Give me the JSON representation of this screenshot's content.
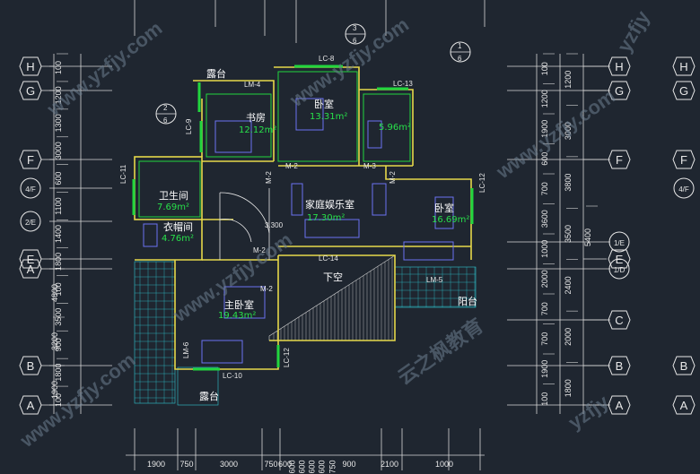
{
  "rooms": {
    "bedroom_top": {
      "name": "卧室",
      "area": "13.31m²"
    },
    "bath_right": {
      "area": "5.96m²"
    },
    "study": {
      "name": "书房",
      "area": "12.12m²"
    },
    "bathroom_left": {
      "name": "卫生间",
      "area": "7.69m²"
    },
    "closet": {
      "name": "衣帽间",
      "area": "4.76m²"
    },
    "family_room": {
      "name": "家庭娱乐室",
      "area": "17.30m²"
    },
    "bedroom_right": {
      "name": "卧室",
      "area": "16.69m²"
    },
    "master_bedroom": {
      "name": "主卧室",
      "area": "19.43m²"
    },
    "void": {
      "name": "下空"
    },
    "terrace_top": {
      "name": "露台"
    },
    "terrace_bottom": {
      "name": "露台"
    },
    "balcony": {
      "name": "阳台"
    }
  },
  "codes": {
    "lc8": "LC-8",
    "lc13": "LC-13",
    "lc9": "LC-9",
    "lc11": "LC-11",
    "lc12a": "LC-12",
    "lc14": "LC-14",
    "lc12b": "LC-12",
    "lc10": "LC-10",
    "lm4": "LM-4",
    "lm5": "LM-5",
    "lm6": "LM-6",
    "m2a": "M-2",
    "m2b": "M-2",
    "m2c": "M-2",
    "m2d": "M-2",
    "m2e": "M-2",
    "m3": "M-3",
    "level": "3.300"
  },
  "callouts": {
    "top": {
      "num": "3",
      "den": "6"
    },
    "right": {
      "num": "1",
      "den": "6"
    },
    "left": {
      "num": "2",
      "den": "6"
    }
  },
  "axes": {
    "left": [
      "H",
      "G",
      "F",
      "E",
      "A",
      "B",
      "A"
    ],
    "left_extra": [
      "4/F",
      "2/E"
    ],
    "right_outer": [
      "H",
      "G",
      "F",
      "E",
      "C",
      "B",
      "A"
    ],
    "right_extra": [
      "4/F",
      "1/E",
      "1/D"
    ]
  },
  "dims": {
    "left_col1": [
      "100",
      "1200",
      "1300",
      "3000",
      "600",
      "1100",
      "1400",
      "1800",
      "100",
      "3500",
      "900",
      "1800",
      "100"
    ],
    "left_col2": [
      "4800",
      "3200",
      "1900"
    ],
    "right_col1": [
      "100",
      "1200",
      "1900",
      "600",
      "700",
      "3600",
      "1000",
      "2000",
      "700",
      "700",
      "1900",
      "100"
    ],
    "right_col2": [
      "1200",
      "3000",
      "3800",
      "3500",
      "2400",
      "2000",
      "1800"
    ],
    "right_col3": [
      "5400"
    ],
    "bottom": [
      "1900",
      "750",
      "3000",
      "750",
      "600",
      "600",
      "600",
      "600",
      "600",
      "750",
      "900",
      "2100",
      "1000"
    ]
  },
  "watermarks": [
    "www.yzfjy.com",
    "yzfjy",
    "云之枫教育"
  ]
}
